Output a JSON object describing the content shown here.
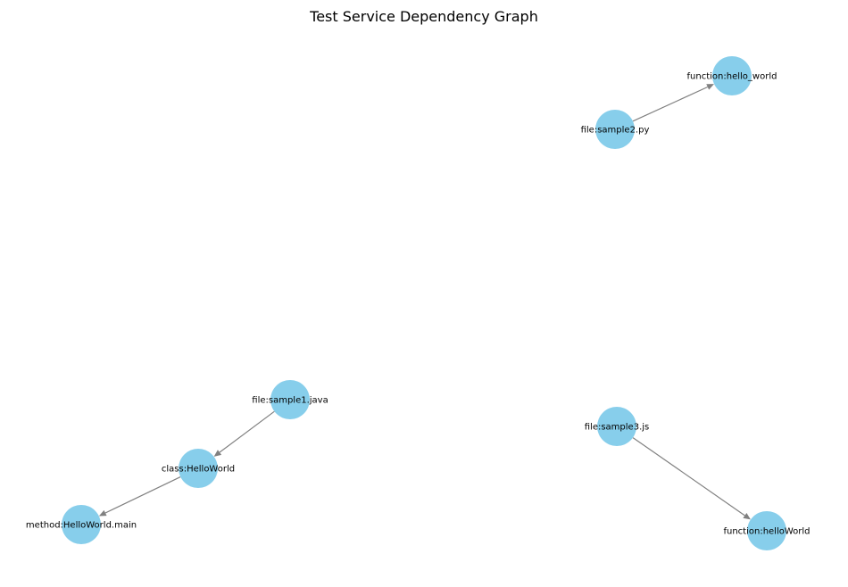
{
  "title": "Test Service Dependency Graph",
  "node_color": "#87ceeb",
  "edge_color": "#808080",
  "nodes": [
    {
      "id": "n-sample2",
      "label": "file:sample2.py"
    },
    {
      "id": "n-hello-world",
      "label": "function:hello_world"
    },
    {
      "id": "n-sample1",
      "label": "file:sample1.java"
    },
    {
      "id": "n-class-hw",
      "label": "class:HelloWorld"
    },
    {
      "id": "n-method-main",
      "label": "method:HelloWorld.main"
    },
    {
      "id": "n-sample3",
      "label": "file:sample3.js"
    },
    {
      "id": "n-fn-helloworld",
      "label": "function:helloWorld"
    }
  ],
  "edges": [
    {
      "source": "n-sample2",
      "target": "n-hello-world"
    },
    {
      "source": "n-sample1",
      "target": "n-class-hw"
    },
    {
      "source": "n-class-hw",
      "target": "n-method-main"
    },
    {
      "source": "n-sample3",
      "target": "n-fn-helloworld"
    }
  ]
}
